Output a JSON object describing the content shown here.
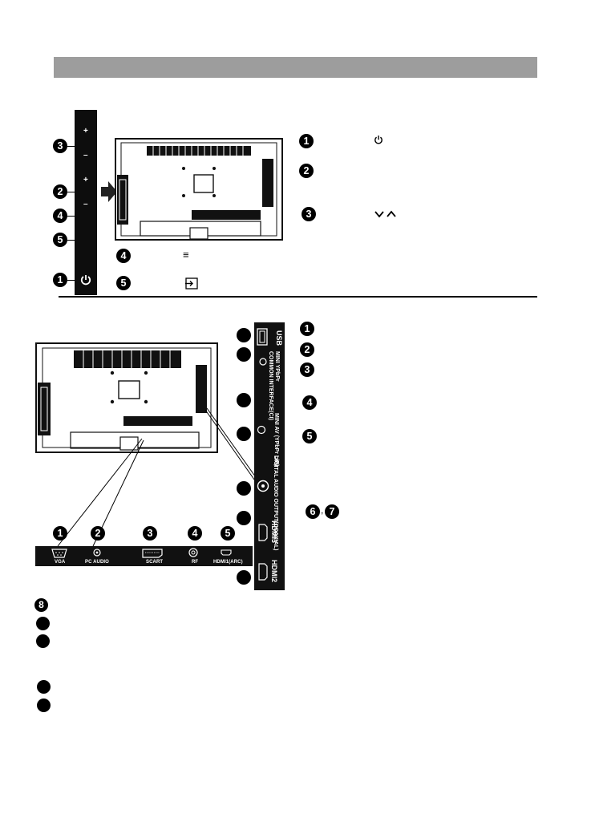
{
  "top_section": {
    "strip_labels": [
      "+",
      "–",
      "+",
      "–"
    ],
    "callouts_left": [
      "3",
      "2",
      "4",
      "5",
      "1"
    ],
    "legend_bottom": [
      {
        "num": "4",
        "glyph": "≡"
      },
      {
        "num": "5",
        "glyph": "⇥"
      }
    ],
    "legend_right": [
      {
        "num": "1",
        "glyph": "⏻"
      },
      {
        "num": "2",
        "glyph": ""
      },
      {
        "num": "3",
        "glyph": "∨∧"
      }
    ]
  },
  "bottom_section": {
    "legend_right": [
      "1",
      "2",
      "3",
      "4",
      "5"
    ],
    "legend_67": [
      "6",
      "7"
    ],
    "ports_rear": [
      {
        "num": "1",
        "label": "VGA"
      },
      {
        "num": "2",
        "label": "PC AUDIO"
      },
      {
        "num": "3",
        "label": "SCART"
      },
      {
        "num": "4",
        "label": "RF"
      },
      {
        "num": "5",
        "label": "HDMI1(ARC)"
      }
    ],
    "ports_side": [
      "USB",
      "MINI YPbPr",
      "COMMON INTERFACE(CI)",
      "MINI AV (YPbPr L/R)",
      "DIGITAL AUDIO OUTPUT(COAXIAL)",
      "HDMI3",
      "HDMI2"
    ],
    "legend_8": "8"
  },
  "colors": {
    "header_bar": "#9d9d9d",
    "panel": "#111111"
  }
}
